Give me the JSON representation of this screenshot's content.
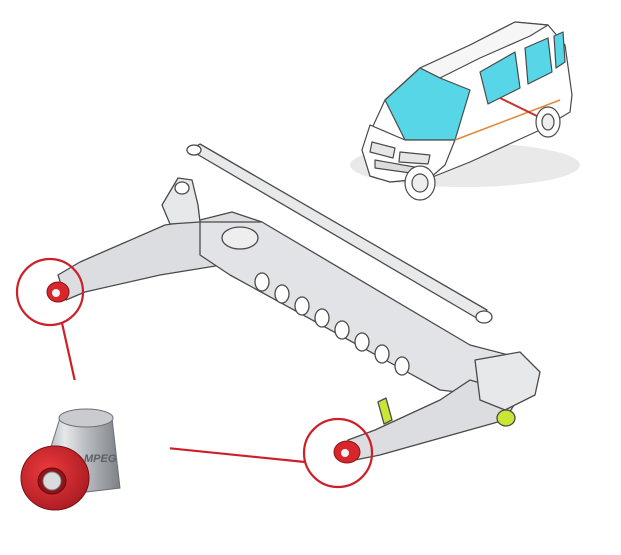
{
  "image": {
    "description_kind": "technical product illustration",
    "components": {
      "vehicle": {
        "name": "minivan",
        "icon": "van-icon"
      },
      "rear_axle": {
        "name": "rear-axle-beam",
        "icon": "axle-icon"
      },
      "panhard_rod": {
        "name": "track-rod",
        "icon": "rod-icon"
      },
      "bushing": {
        "name": "polyurethane-bushing",
        "icon": "bushing-icon",
        "brand_text": "MPEG"
      }
    },
    "callouts": [
      {
        "name": "left-bushing-callout"
      },
      {
        "name": "right-bushing-callout"
      }
    ],
    "colors": {
      "callout": "#cc2028",
      "bushing_red": "#d8262c",
      "metal": "#b9bcc0",
      "glass": "#56d6e6",
      "van_body": "#ffffff",
      "highlight": "#c9e635",
      "line": "#4a4a4a"
    }
  }
}
